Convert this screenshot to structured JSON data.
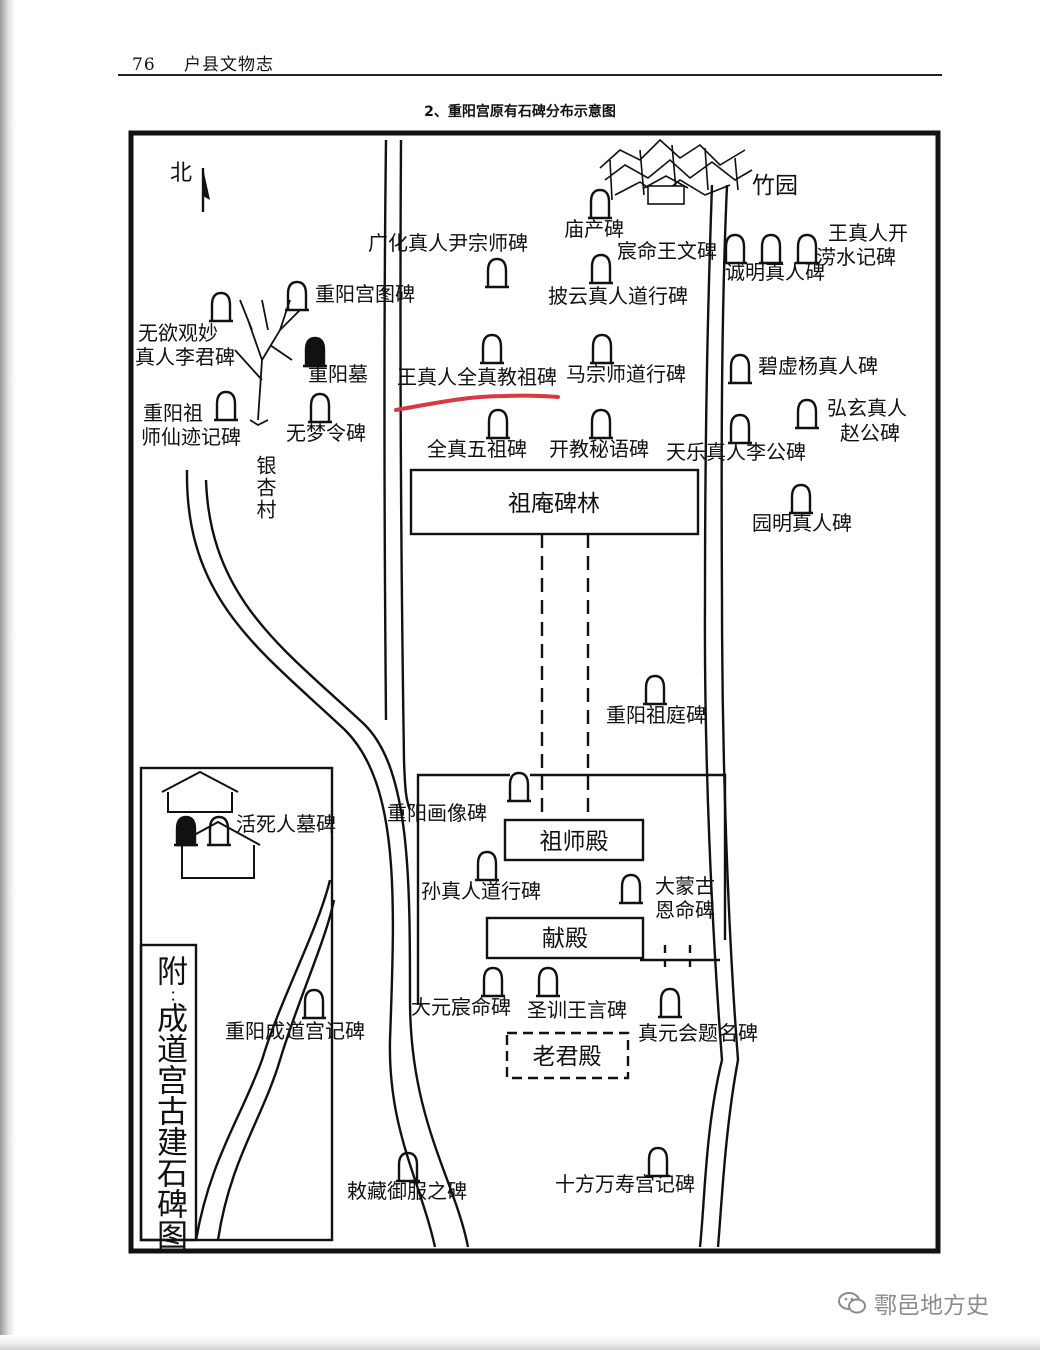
{
  "page": {
    "number": "76",
    "book_title": "户县文物志"
  },
  "figure_caption": "2、重阳宫原有石碑分布示意图",
  "map": {
    "north": "北",
    "bamboo_garden": "竹园",
    "village": "银杏村",
    "buildings": {
      "forest": "祖庵碑林",
      "zushi_hall": "祖师殿",
      "xian_hall": "献殿",
      "laojun_hall": "老君殿"
    },
    "steles": {
      "chongyang_gong_tu": "重阳宫图碑",
      "guanghua": "广化真人尹宗师碑",
      "miaochan": "庙产碑",
      "chenming_wangwen": "宸命王文碑",
      "wang_kaiLao_1": "王真人开",
      "wang_kaiLao_2": "涝水记碑",
      "chengming": "诚明真人碑",
      "piyun": "披云真人道行碑",
      "wuyu_1": "无欲观妙",
      "wuyu_2": "真人李君碑",
      "chongyang_tomb": "重阳墓",
      "wang_quanzhen": "王真人全真教祖碑",
      "ma_zongshi": "马宗师道行碑",
      "bixu": "碧虚杨真人碑",
      "xianji_1": "重阳祖",
      "xianji_2": "师仙迹记碑",
      "wumeng": "无梦令碑",
      "hongxuan_1": "弘玄真人",
      "hongxuan_2": "赵公碑",
      "quanzhen_wuzu": "全真五祖碑",
      "kaijiao": "开教秘语碑",
      "tianle": "天乐真人李公碑",
      "yuanming": "园明真人碑",
      "zuting": "重阳祖庭碑",
      "huoxiang": "重阳画像碑",
      "huosiren": "活死人墓碑",
      "sun": "孙真人道行碑",
      "mengu_1": "大蒙古",
      "mengu_2": "恩命碑",
      "dayuan": "大元宸命碑",
      "shengxun": "圣训王言碑",
      "zhenyuan": "真元会题名碑",
      "chengdao": "重阳成道宫记碑",
      "chizang": "敕藏御服之碑",
      "shifang": "十方万寿宫记碑"
    },
    "inset_title_1": "附",
    "inset_title_2": "成道宫古建石碑图"
  },
  "watermark": "鄠邑地方史",
  "colors": {
    "ink": "#111111",
    "annotation": "#d93a3f",
    "watermark": "#8c8c8c"
  }
}
